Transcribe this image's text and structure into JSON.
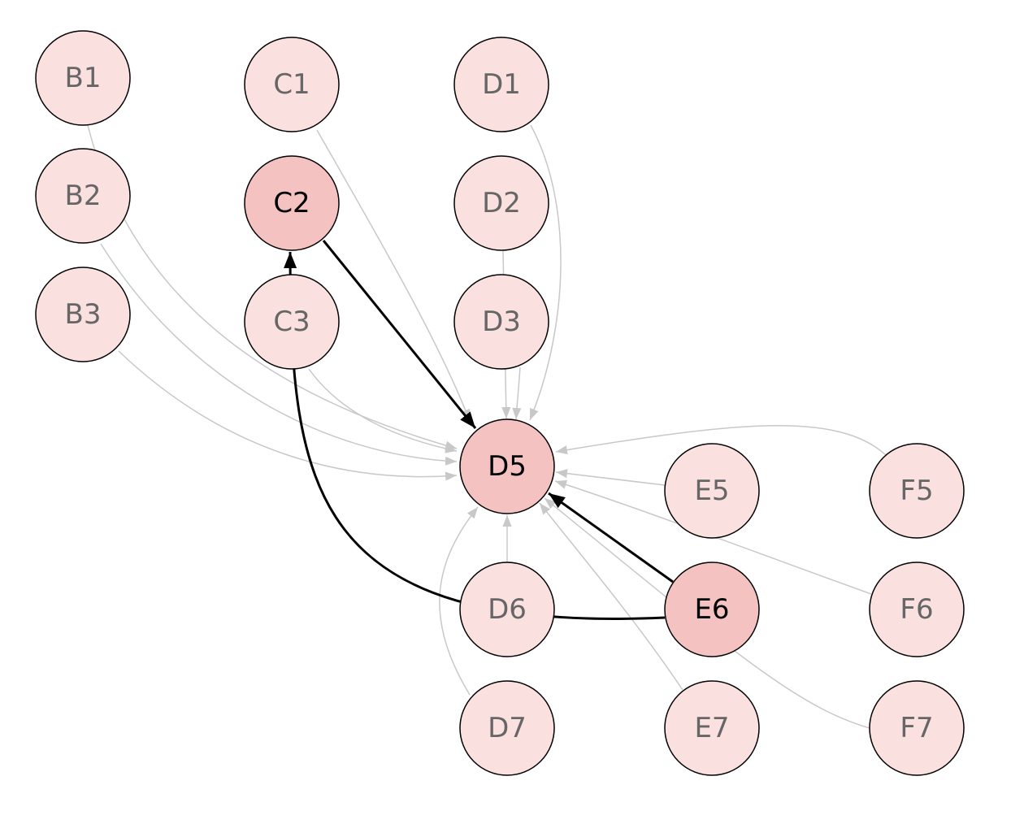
{
  "diagram": {
    "nodes": [
      {
        "id": "B1",
        "label": "B1",
        "highlighted": false
      },
      {
        "id": "B2",
        "label": "B2",
        "highlighted": false
      },
      {
        "id": "B3",
        "label": "B3",
        "highlighted": false
      },
      {
        "id": "C1",
        "label": "C1",
        "highlighted": false
      },
      {
        "id": "C2",
        "label": "C2",
        "highlighted": true
      },
      {
        "id": "C3",
        "label": "C3",
        "highlighted": false
      },
      {
        "id": "D1",
        "label": "D1",
        "highlighted": false
      },
      {
        "id": "D2",
        "label": "D2",
        "highlighted": false
      },
      {
        "id": "D3",
        "label": "D3",
        "highlighted": false
      },
      {
        "id": "D5",
        "label": "D5",
        "highlighted": true
      },
      {
        "id": "D6",
        "label": "D6",
        "highlighted": false
      },
      {
        "id": "D7",
        "label": "D7",
        "highlighted": false
      },
      {
        "id": "E5",
        "label": "E5",
        "highlighted": false
      },
      {
        "id": "E6",
        "label": "E6",
        "highlighted": true
      },
      {
        "id": "E7",
        "label": "E7",
        "highlighted": false
      },
      {
        "id": "F5",
        "label": "F5",
        "highlighted": false
      },
      {
        "id": "F6",
        "label": "F6",
        "highlighted": false
      },
      {
        "id": "F7",
        "label": "F7",
        "highlighted": false
      }
    ],
    "edges": [
      {
        "from": "B1",
        "to": "D5",
        "highlighted": false
      },
      {
        "from": "B2",
        "to": "D5",
        "highlighted": false
      },
      {
        "from": "B3",
        "to": "D5",
        "highlighted": false
      },
      {
        "from": "C1",
        "to": "D5",
        "highlighted": false
      },
      {
        "from": "C3",
        "to": "D5",
        "highlighted": false
      },
      {
        "from": "D1",
        "to": "D5",
        "highlighted": false
      },
      {
        "from": "D2",
        "to": "D5",
        "highlighted": false
      },
      {
        "from": "D3",
        "to": "D5",
        "highlighted": false
      },
      {
        "from": "D6",
        "to": "D5",
        "highlighted": false
      },
      {
        "from": "D7",
        "to": "D5",
        "highlighted": false
      },
      {
        "from": "E5",
        "to": "D5",
        "highlighted": false
      },
      {
        "from": "E7",
        "to": "D5",
        "highlighted": false
      },
      {
        "from": "F5",
        "to": "D5",
        "highlighted": false
      },
      {
        "from": "F6",
        "to": "D5",
        "highlighted": false
      },
      {
        "from": "F7",
        "to": "D5",
        "highlighted": false
      },
      {
        "from": "C2",
        "to": "D5",
        "highlighted": true
      },
      {
        "from": "E6",
        "to": "D5",
        "highlighted": true
      },
      {
        "from": "E6",
        "to": "C2",
        "highlighted": true
      }
    ],
    "colors": {
      "node_fill": "#fbe0e0",
      "node_fill_highlight": "#f5c2c2",
      "node_stroke": "#000000",
      "label": "#666666",
      "label_highlight": "#000000",
      "edge": "#c8c8c8",
      "edge_highlight": "#000000"
    }
  }
}
